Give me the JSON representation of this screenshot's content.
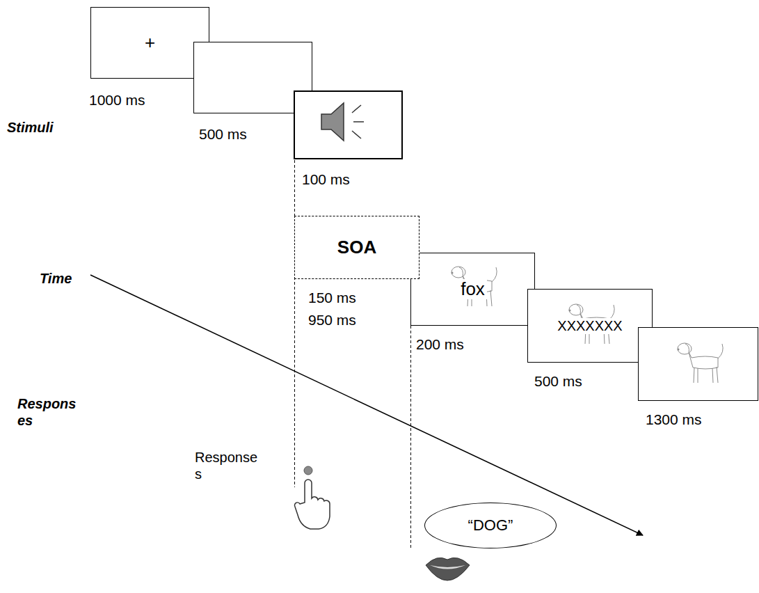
{
  "diagram": {
    "nodes": [
      {
        "text": [
          "+"
        ]
      },
      {
        "text": [
          "SOA"
        ]
      },
      {
        "text": [
          "fox"
        ]
      },
      {
        "text": [
          "XXXXXXX"
        ]
      },
      {
        "text": [
          "“DOG”"
        ]
      }
    ],
    "labels": [
      "1000 ms",
      "500 ms",
      "Stimuli",
      "100 ms",
      "150 ms",
      "950 ms",
      "Time",
      "200 ms",
      "500 ms",
      "1300 ms",
      "Respons es",
      "Response s"
    ]
  }
}
